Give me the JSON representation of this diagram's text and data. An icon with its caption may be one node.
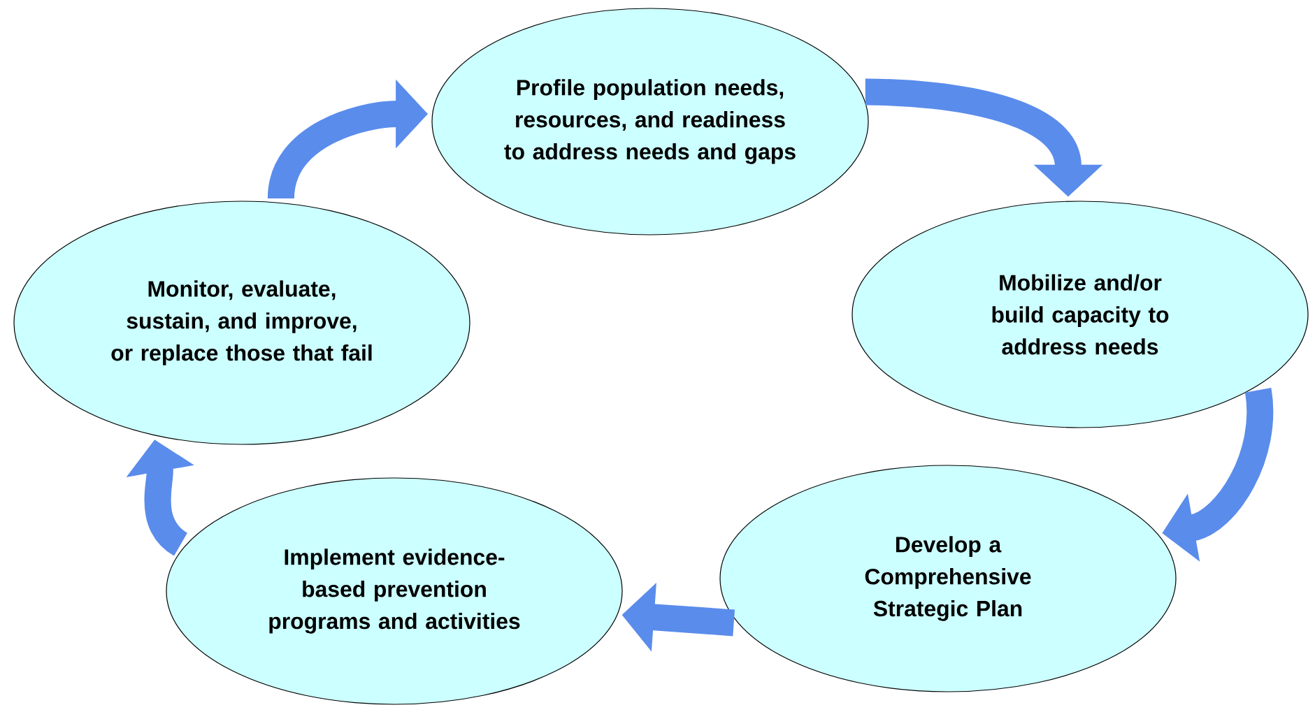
{
  "diagram": {
    "nodes": [
      {
        "text": [
          "Profile population needs, resources, and readiness to address needs and gaps"
        ]
      },
      {
        "text": [
          "Mobilize and/or build capacity to address needs"
        ]
      },
      {
        "text": [
          "Develop a Comprehensive Strategic Plan"
        ]
      },
      {
        "text": [
          "Implement evidence-based prevention programs and activities"
        ]
      },
      {
        "text": [
          "Monitor, evaluate, sustain, and improve, or replace those that fail"
        ]
      }
    ],
    "edges": [
      {
        "from": 0,
        "to": 1,
        "arrow": "to"
      },
      {
        "from": 1,
        "to": 2,
        "arrow": "to"
      },
      {
        "from": 2,
        "to": 3,
        "arrow": "to"
      },
      {
        "from": 3,
        "to": 4,
        "arrow": "to"
      },
      {
        "from": 4,
        "to": 0,
        "arrow": "to"
      }
    ]
  }
}
